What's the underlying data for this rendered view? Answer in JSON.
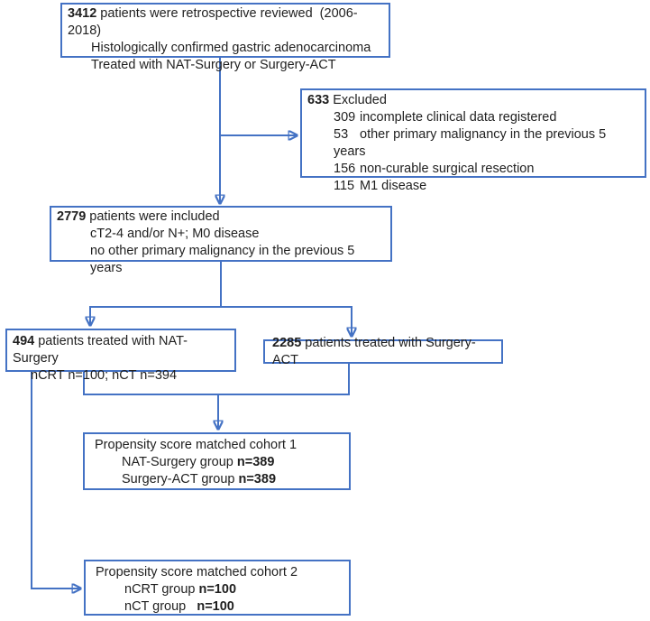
{
  "colors": {
    "accent_blue": "#4472c4",
    "text": "#1f1f1f",
    "background": "#ffffff"
  },
  "boxes": {
    "reviewed": {
      "line1": {
        "bold": "3412",
        "text": " patients were retrospective reviewed  (2006-2018)"
      },
      "line2": "Histologically confirmed gastric adenocarcinoma",
      "line3": "Treated with NAT-Surgery or Surgery-ACT"
    },
    "excluded": {
      "line1": {
        "bold": "633",
        "text": " Excluded"
      },
      "items": [
        {
          "count": "309",
          "reason": "incomplete clinical data registered"
        },
        {
          "count": "53",
          "reason": "other primary malignancy in the previous 5 years"
        },
        {
          "count": "156",
          "reason": "non-curable surgical resection"
        },
        {
          "count": "115",
          "reason": "M1 disease"
        }
      ]
    },
    "included": {
      "line1": {
        "bold": "2779",
        "text": " patients were included"
      },
      "line2": "cT2-4 and/or N+; M0 disease",
      "line3": "no other primary malignancy in the previous 5 years"
    },
    "nat_surgery": {
      "line1": {
        "bold": "494",
        "text": " patients treated with NAT-Surgery"
      },
      "line2": "nCRT n=100; nCT n=394"
    },
    "surgery_act": {
      "line1": {
        "bold": "2285",
        "text": " patients treated with Surgery-ACT"
      }
    },
    "cohort1": {
      "line1": "Propensity score matched cohort 1",
      "line2": {
        "text": "NAT-Surgery group ",
        "bold": "n=389"
      },
      "line3": {
        "text": "Surgery-ACT group ",
        "bold": "n=389"
      }
    },
    "cohort2": {
      "line1": "Propensity score matched cohort 2",
      "line2": {
        "text": "nCRT group ",
        "bold": "n=100"
      },
      "line3": {
        "text": "nCT group   ",
        "bold": "n=100"
      }
    }
  }
}
